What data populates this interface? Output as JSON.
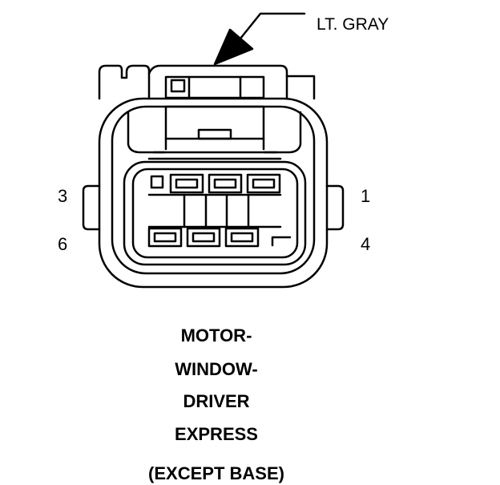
{
  "callout": {
    "color_label": "LT. GRAY"
  },
  "pins": {
    "top_left": "3",
    "top_right": "1",
    "bottom_left": "6",
    "bottom_right": "4"
  },
  "title_lines": [
    "MOTOR-",
    "WINDOW-",
    "DRIVER",
    "EXPRESS"
  ],
  "subtitle": "(EXCEPT BASE)",
  "colors": {
    "line": "#000000",
    "background": "#ffffff"
  }
}
